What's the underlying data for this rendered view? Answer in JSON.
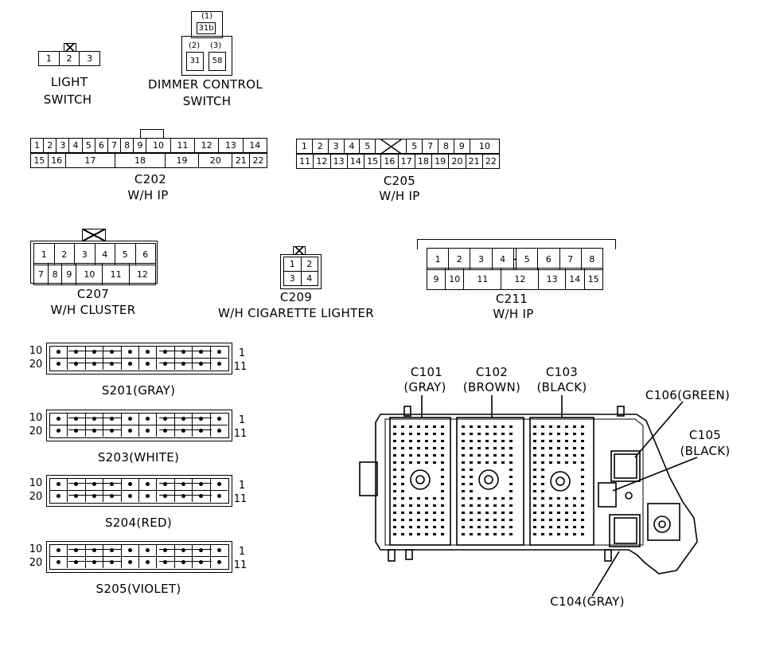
{
  "light_switch": {
    "label1": "LIGHT",
    "label2": "SWITCH",
    "pins": [
      "1",
      "2",
      "3"
    ]
  },
  "dimmer": {
    "label1": "DIMMER CONTROL",
    "label2": "SWITCH",
    "terms": [
      {
        "num": "(1)",
        "name": "31b"
      },
      {
        "num": "(2)",
        "name": "31"
      },
      {
        "num": "(3)",
        "name": "58"
      }
    ]
  },
  "c202": {
    "name": "C202",
    "sub": "W/H IP",
    "row1": [
      "1",
      "2",
      "3",
      "4",
      "5",
      "6",
      "7",
      "8",
      "9",
      "10",
      "11",
      "12",
      "13",
      "14"
    ],
    "row2": [
      "15",
      "16",
      "17",
      "18",
      "19",
      "20",
      "21",
      "22"
    ]
  },
  "c205": {
    "name": "C205",
    "sub": "W/H IP",
    "row1": [
      "1",
      "2",
      "3",
      "4",
      "5",
      "5",
      "7",
      "8",
      "9",
      "10"
    ],
    "row2": [
      "11",
      "12",
      "13",
      "14",
      "15",
      "16",
      "17",
      "18",
      "19",
      "20",
      "21",
      "22"
    ]
  },
  "c207": {
    "name": "C207",
    "sub": "W/H CLUSTER",
    "row1": [
      "1",
      "2",
      "3",
      "4",
      "5",
      "6"
    ],
    "row2": [
      "7",
      "8",
      "9",
      "10",
      "11",
      "12"
    ]
  },
  "c209": {
    "name": "C209",
    "sub": "W/H CIGARETTE LIGHTER",
    "pins": [
      "1",
      "2",
      "3",
      "4"
    ]
  },
  "c211": {
    "name": "C211",
    "sub": "W/H IP",
    "row1": [
      "1",
      "2",
      "3",
      "4",
      "5",
      "6",
      "7",
      "8"
    ],
    "row2": [
      "9",
      "10",
      "11",
      "12",
      "13",
      "14",
      "15"
    ]
  },
  "splices": [
    {
      "name": "S201(GRAY)",
      "left_top": "10",
      "left_bot": "20",
      "right_top": "1",
      "right_bot": "11"
    },
    {
      "name": "S203(WHITE)",
      "left_top": "10",
      "left_bot": "20",
      "right_top": "1",
      "right_bot": "11"
    },
    {
      "name": "S204(RED)",
      "left_top": "10",
      "left_bot": "20",
      "right_top": "1",
      "right_bot": "11"
    },
    {
      "name": "S205(VIOLET)",
      "left_top": "10",
      "left_bot": "20",
      "right_top": "1",
      "right_bot": "11"
    }
  ],
  "fusebox": {
    "c101": {
      "name": "C101",
      "color": "(GRAY)"
    },
    "c102": {
      "name": "C102",
      "color": "(BROWN)"
    },
    "c103": {
      "name": "C103",
      "color": "(BLACK)"
    },
    "c106": "C106(GREEN)",
    "c105": {
      "name": "C105",
      "color": "(BLACK)"
    },
    "c104": "C104(GRAY)"
  }
}
